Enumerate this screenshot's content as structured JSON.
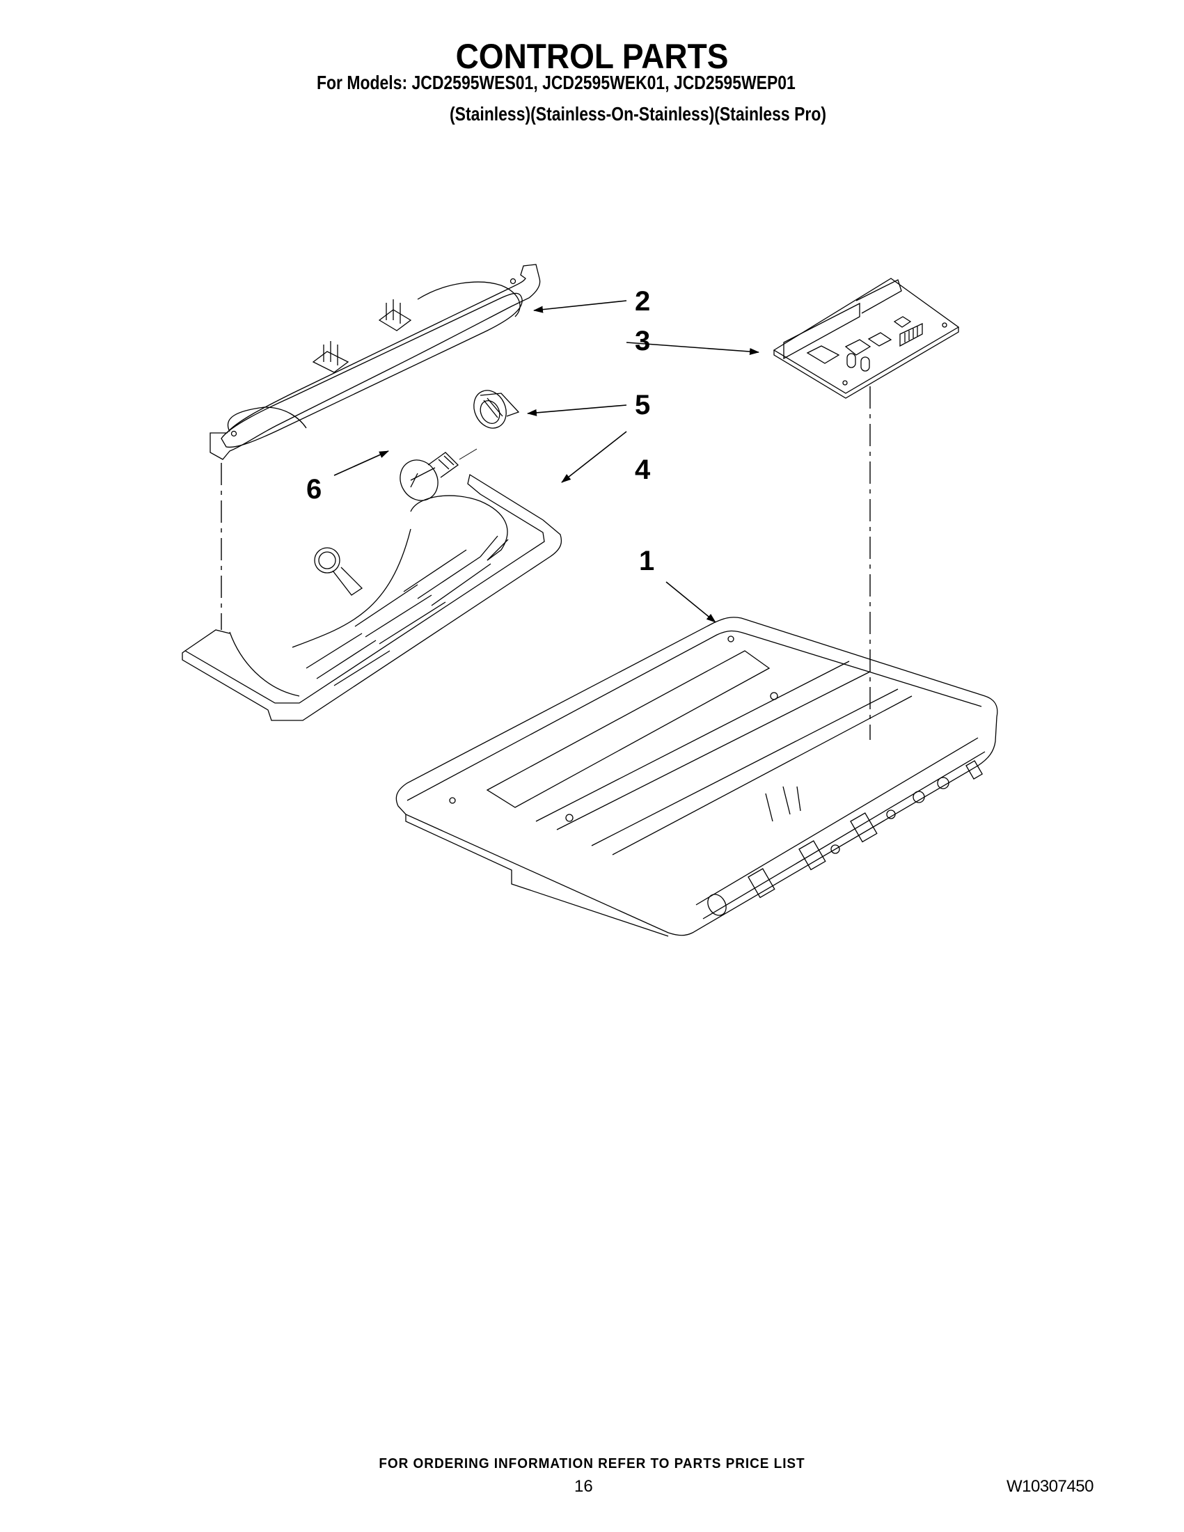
{
  "header": {
    "title": "CONTROL PARTS",
    "models_line": "For Models: JCD2595WES01, JCD2595WEK01, JCD2595WEP01",
    "variants_line": "(Stainless)(Stainless-On-Stainless)(Stainless Pro)"
  },
  "diagram": {
    "callouts": [
      {
        "id": "1",
        "label": "1",
        "part": "control-housing"
      },
      {
        "id": "2",
        "label": "2",
        "part": "light-housing"
      },
      {
        "id": "3",
        "label": "3",
        "part": "control-board"
      },
      {
        "id": "4",
        "label": "4",
        "part": "light-lens-cover"
      },
      {
        "id": "5",
        "label": "5",
        "part": "lamp-socket"
      },
      {
        "id": "6",
        "label": "6",
        "part": "light-bulb"
      }
    ]
  },
  "footer": {
    "ordering_note": "FOR ORDERING INFORMATION REFER TO PARTS PRICE LIST",
    "page_number": "16",
    "document_number": "W10307450"
  },
  "colors": {
    "ink": "#000000",
    "paper": "#ffffff"
  }
}
